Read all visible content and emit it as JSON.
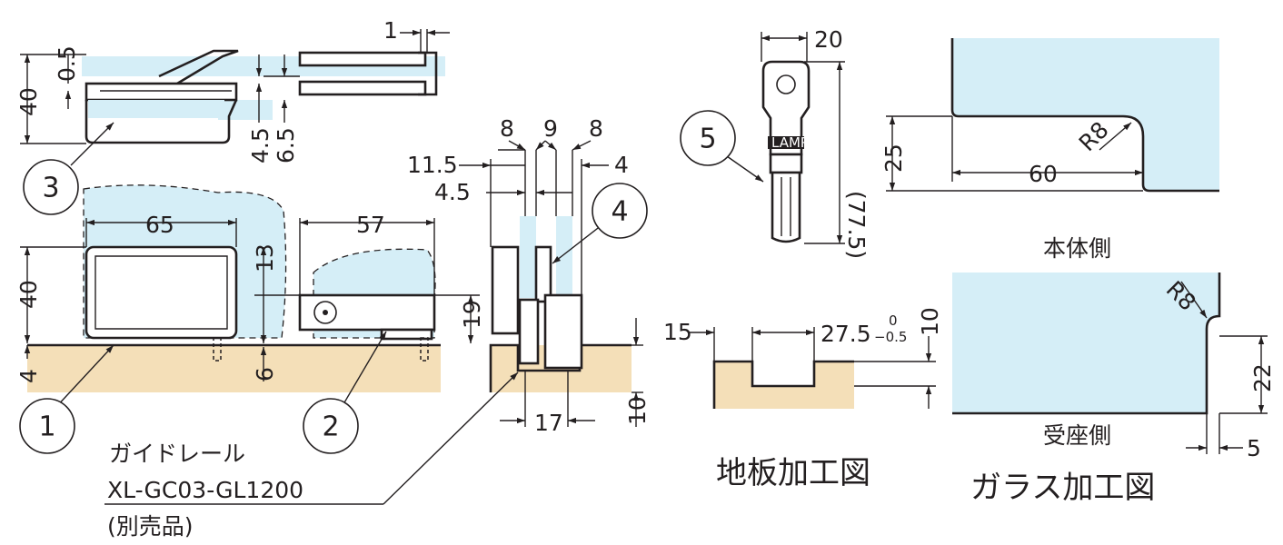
{
  "dims": {
    "d0_5": "0.5",
    "d40_top": "40",
    "d1": "1",
    "d4_5_top": "4.5",
    "d6_5": "6.5",
    "d65": "65",
    "d40_mid": "40",
    "d13": "13",
    "d4": "4",
    "d6": "6",
    "d57": "57",
    "d19": "19",
    "d8_left": "8",
    "d9": "9",
    "d8_right": "8",
    "d11_5": "11.5",
    "d4_right": "4",
    "d4_5_mid": "4.5",
    "d17": "17",
    "d10_sec": "10",
    "d20": "20",
    "d77_5": "(77.5)",
    "d15": "15",
    "d27_5": "27.5",
    "tol_upper": "0",
    "tol_lower": "−0.5",
    "d10_floor": "10",
    "d25": "25",
    "d60": "60",
    "r8_top": "R8",
    "r8_bottom": "R8",
    "d22": "22",
    "d5": "5"
  },
  "callouts": [
    "1",
    "2",
    "3",
    "4",
    "5"
  ],
  "labels": {
    "guide_rail": "ガイドレール",
    "part_no": "XL-GC03-GL1200",
    "sold_separately": "(別売品)",
    "body_side": "本体側",
    "receiver_side": "受座側",
    "floor_title": "地板加工図",
    "glass_title": "ガラス加工図",
    "key_brand": "LAMP"
  },
  "colors": {
    "glass": "#d5eef7",
    "wood": "#f4dfb8",
    "line": "#231f20"
  }
}
